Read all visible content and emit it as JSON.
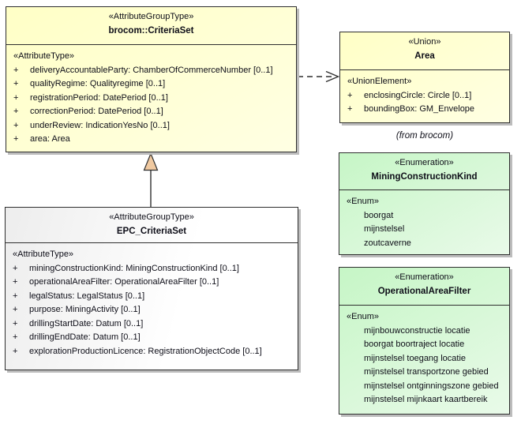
{
  "colors": {
    "yellow_start": "#ffffc6",
    "yellow_end": "#ffffe3",
    "green_start": "#c6f6c6",
    "green_end": "#e9fae9",
    "gray_start": "#ededed",
    "gray_end": "#ffffff",
    "border": "#2e2e2e",
    "shadow": "#bcbcbc",
    "generalization_fill": "#f0c9a0",
    "text": "#0e0e18"
  },
  "boxes": {
    "criteriaSet": {
      "stereotype": "«AttributeGroupType»",
      "name": "brocom::CriteriaSet",
      "section": "«AttributeType»",
      "visibility": "+",
      "attributes": [
        "deliveryAccountableParty: ChamberOfCommerceNumber [0..1]",
        "qualityRegime: Qualityregime [0..1]",
        "registrationPeriod: DatePeriod [0..1]",
        "correctionPeriod: DatePeriod [0..1]",
        "underReview: IndicationYesNo [0..1]",
        "area: Area"
      ]
    },
    "epcCriteriaSet": {
      "stereotype": "«AttributeGroupType»",
      "name": "EPC_CriteriaSet",
      "section": "«AttributeType»",
      "visibility": "+",
      "attributes": [
        "miningConstructionKind: MiningConstructionKind [0..1]",
        "operationalAreaFilter: OperationalAreaFilter [0..1]",
        "legalStatus: LegalStatus [0..1]",
        "purpose: MiningActivity [0..1]",
        "drillingStartDate: Datum [0..1]",
        "drillingEndDate: Datum [0..1]",
        "explorationProductionLicence: RegistrationObjectCode [0..1]"
      ]
    },
    "area": {
      "stereotype": "«Union»",
      "name": "Area",
      "section": "«UnionElement»",
      "visibility": "+",
      "attributes": [
        "enclosingCircle: Circle [0..1]",
        "boundingBox: GM_Envelope"
      ],
      "origin_note": "(from brocom)"
    },
    "miningConstructionKind": {
      "stereotype": "«Enumeration»",
      "name": "MiningConstructionKind",
      "section": "«Enum»",
      "literals": [
        "boorgat",
        "mijnstelsel",
        "zoutcaverne"
      ]
    },
    "operationalAreaFilter": {
      "stereotype": "«Enumeration»",
      "name": "OperationalAreaFilter",
      "section": "«Enum»",
      "literals": [
        "mijnbouwconstructie locatie",
        "boorgat boortraject locatie",
        "mijnstelsel toegang locatie",
        "mijnstelsel transportzone gebied",
        "mijnstelsel ontginningszone gebied",
        "mijnstelsel mijnkaart kaartbereik"
      ]
    }
  }
}
